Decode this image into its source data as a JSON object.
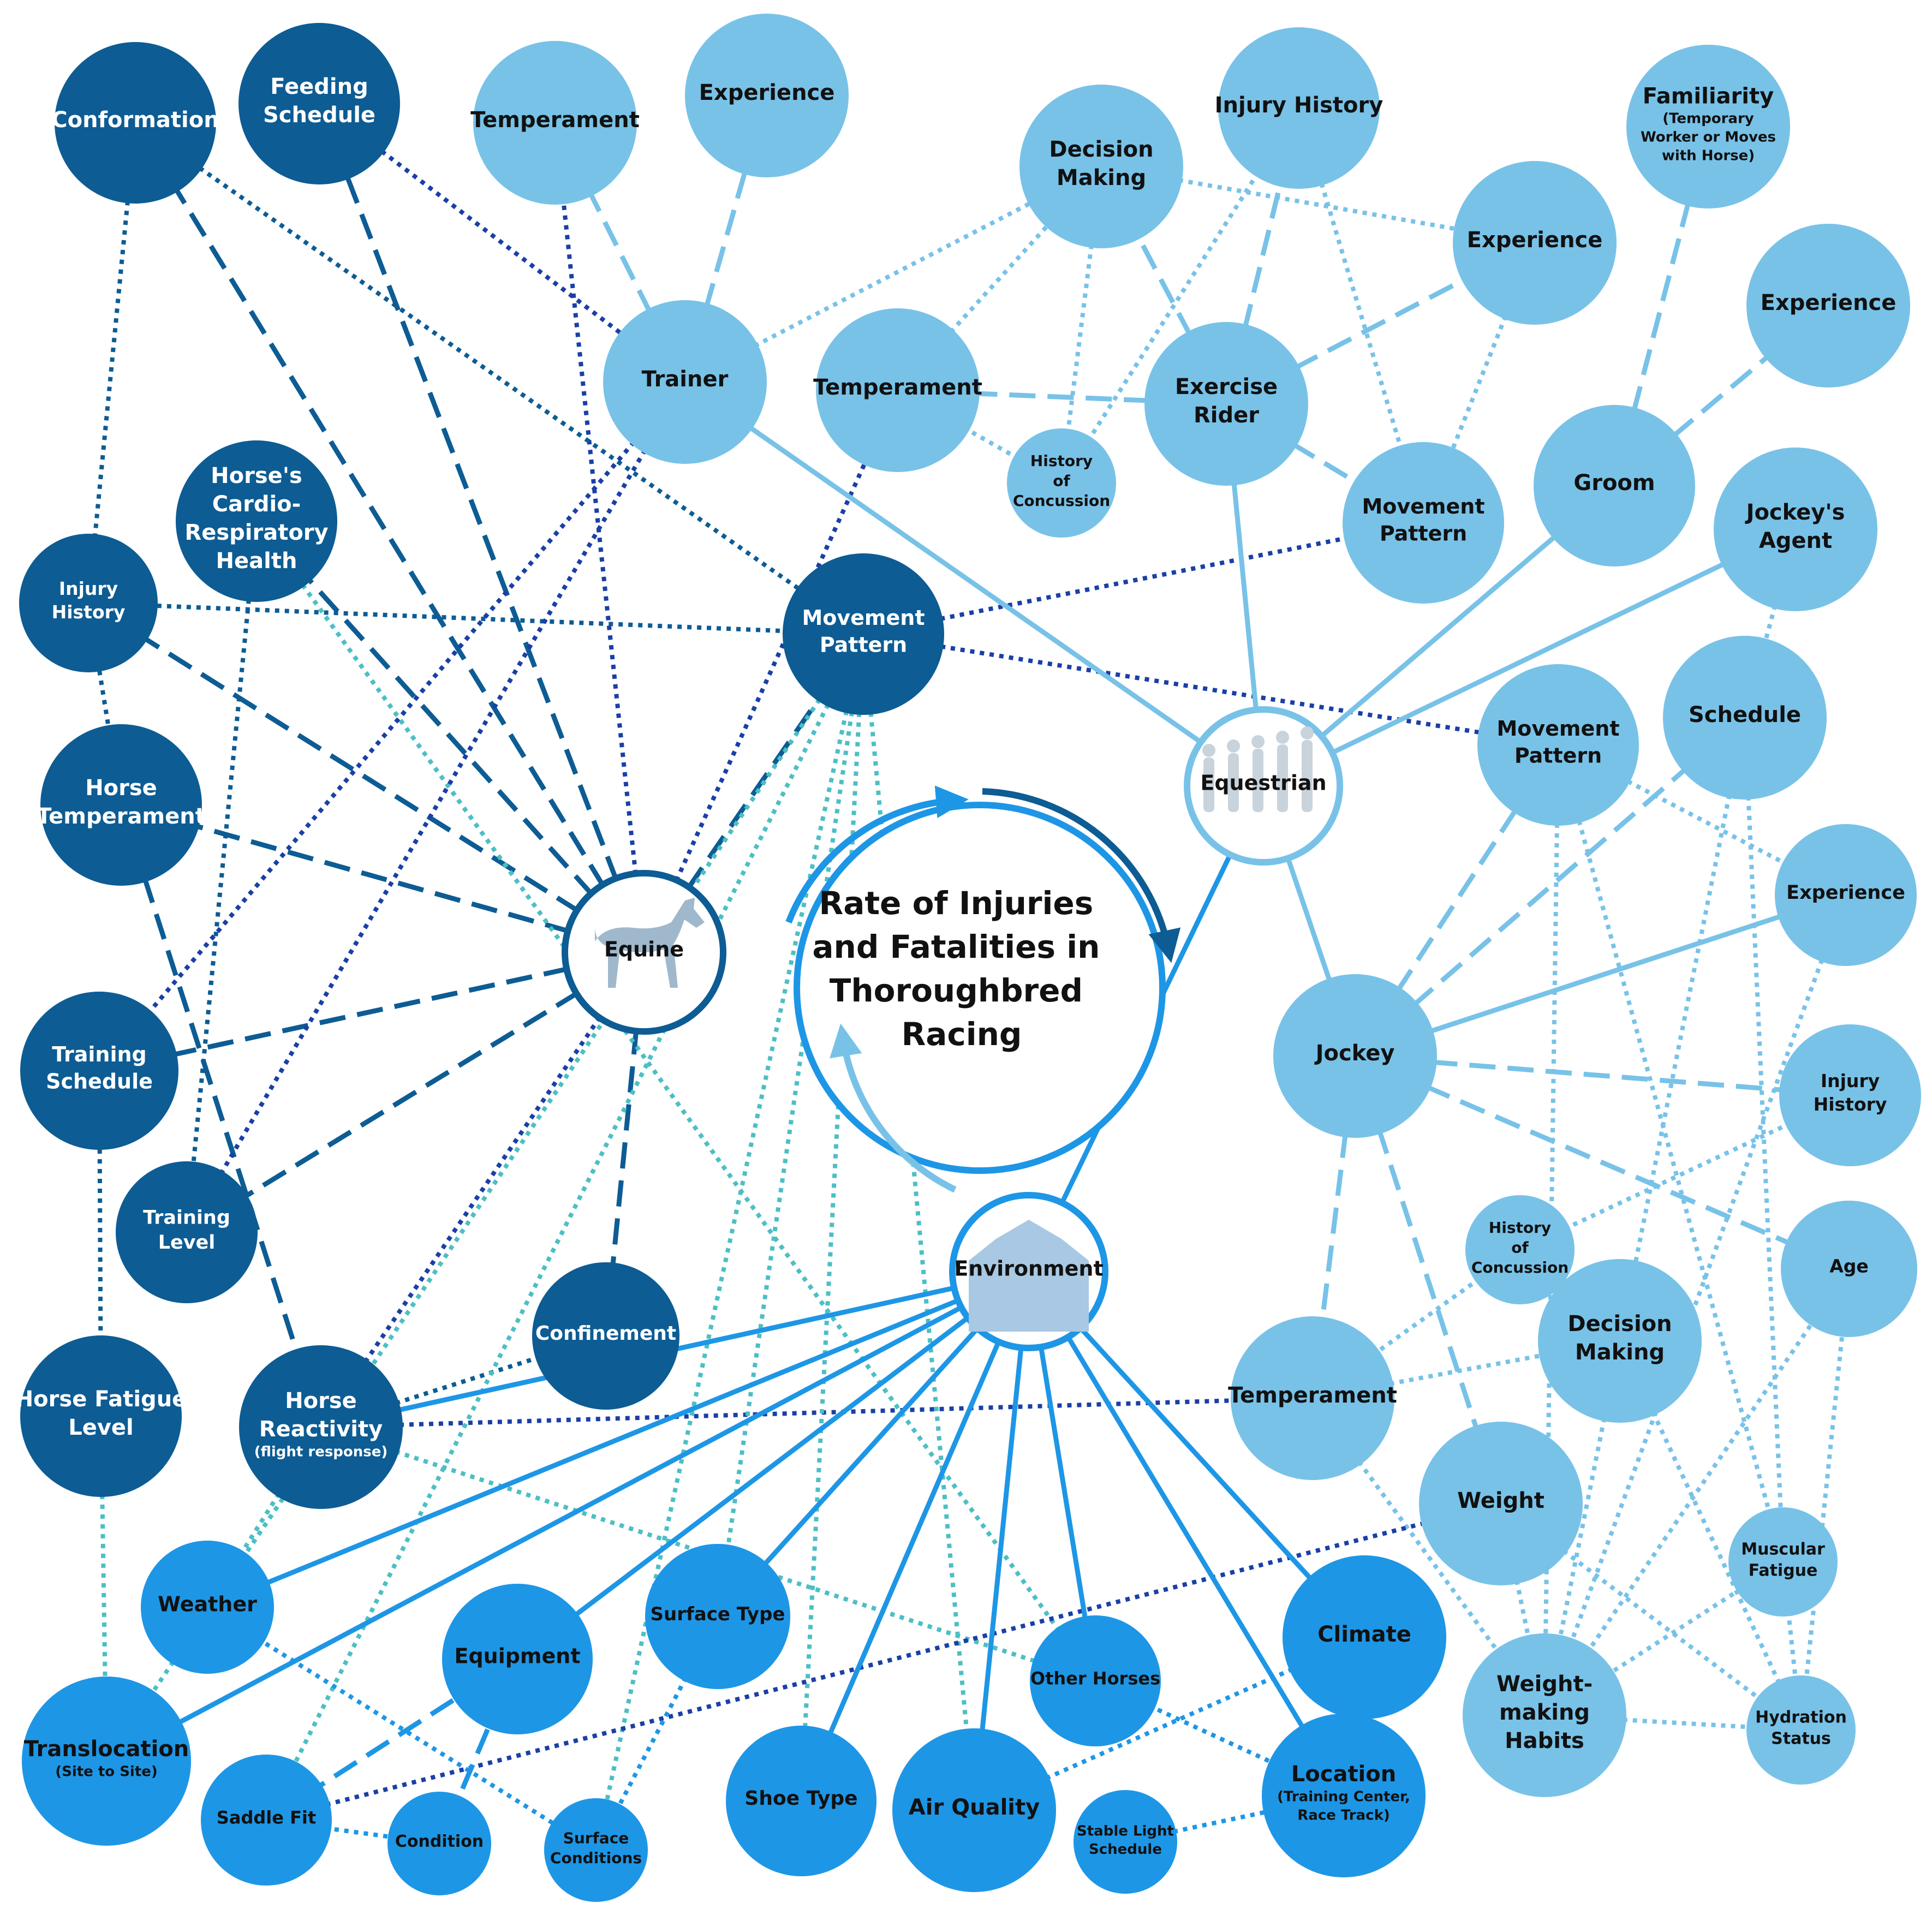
{
  "center": {
    "lines": [
      "Rate of Injuries",
      "and Fatalities in",
      "Thoroughbred",
      "Racing"
    ]
  },
  "colors": {
    "equine": "#0d5c94",
    "equestrian": "#78c2e8",
    "environment": "#1e96e6",
    "navy_edge": "#1a3fa6",
    "teal_edge": "#4cbfc4",
    "white": "#ffffff",
    "text_dark": "#111111"
  },
  "nodes": [
    {
      "id": "equine",
      "group": "hub-equine",
      "lines": [
        "Equine"
      ]
    },
    {
      "id": "equestrian",
      "group": "hub-equestrian",
      "lines": [
        "Equestrian"
      ]
    },
    {
      "id": "environment",
      "group": "hub-environment",
      "lines": [
        "Environment"
      ]
    },
    {
      "id": "conformation",
      "group": "equine",
      "lines": [
        "Conformation"
      ]
    },
    {
      "id": "feeding-schedule",
      "group": "equine",
      "lines": [
        "Feeding",
        "Schedule"
      ]
    },
    {
      "id": "cardio-health",
      "group": "equine",
      "lines": [
        "Horse's",
        "Cardio-",
        "Respiratory",
        "Health"
      ]
    },
    {
      "id": "equine-injury-history",
      "group": "equine",
      "lines": [
        "Injury",
        "History"
      ]
    },
    {
      "id": "horse-temperament",
      "group": "equine",
      "lines": [
        "Horse",
        "Temperament"
      ]
    },
    {
      "id": "equine-movement-pattern",
      "group": "equine",
      "lines": [
        "Movement",
        "Pattern"
      ]
    },
    {
      "id": "training-schedule",
      "group": "equine",
      "lines": [
        "Training",
        "Schedule"
      ]
    },
    {
      "id": "training-level",
      "group": "equine",
      "lines": [
        "Training",
        "Level"
      ]
    },
    {
      "id": "confinement",
      "group": "equine",
      "lines": [
        "Confinement"
      ]
    },
    {
      "id": "horse-fatigue-level",
      "group": "equine",
      "lines": [
        "Horse Fatigue",
        "Level"
      ]
    },
    {
      "id": "horse-reactivity",
      "group": "equine",
      "lines": [
        "Horse",
        "Reactivity"
      ],
      "sub": [
        "(flight response)"
      ]
    },
    {
      "id": "trainer-temperament",
      "group": "equestrian",
      "lines": [
        "Temperament"
      ]
    },
    {
      "id": "trainer-experience",
      "group": "equestrian",
      "lines": [
        "Experience"
      ]
    },
    {
      "id": "trainer",
      "group": "equestrian",
      "lines": [
        "Trainer"
      ]
    },
    {
      "id": "rider-decision-making",
      "group": "equestrian",
      "lines": [
        "Decision",
        "Making"
      ]
    },
    {
      "id": "rider-injury-history",
      "group": "equestrian",
      "lines": [
        "Injury History"
      ]
    },
    {
      "id": "rider-experience",
      "group": "equestrian",
      "lines": [
        "Experience"
      ]
    },
    {
      "id": "rider-temperament",
      "group": "equestrian",
      "lines": [
        "Temperament"
      ]
    },
    {
      "id": "exercise-rider",
      "group": "equestrian",
      "lines": [
        "Exercise",
        "Rider"
      ]
    },
    {
      "id": "rider-history-concussion",
      "group": "equestrian",
      "lines": [
        "History",
        "of",
        "Concussion"
      ]
    },
    {
      "id": "rider-movement-pattern",
      "group": "equestrian",
      "lines": [
        "Movement",
        "Pattern"
      ]
    },
    {
      "id": "familiarity",
      "group": "equestrian",
      "lines": [
        "Familiarity"
      ],
      "sub": [
        "(Temporary",
        "Worker or Moves",
        "with Horse)"
      ]
    },
    {
      "id": "groom-experience",
      "group": "equestrian",
      "lines": [
        "Experience"
      ]
    },
    {
      "id": "groom",
      "group": "equestrian",
      "lines": [
        "Groom"
      ]
    },
    {
      "id": "jockeys-agent",
      "group": "equestrian",
      "lines": [
        "Jockey's",
        "Agent"
      ]
    },
    {
      "id": "jockey-movement-pattern",
      "group": "equestrian",
      "lines": [
        "Movement",
        "Pattern"
      ]
    },
    {
      "id": "schedule",
      "group": "equestrian",
      "lines": [
        "Schedule"
      ]
    },
    {
      "id": "jockey-experience",
      "group": "equestrian",
      "lines": [
        "Experience"
      ]
    },
    {
      "id": "jockey",
      "group": "equestrian",
      "lines": [
        "Jockey"
      ]
    },
    {
      "id": "jockey-injury-history",
      "group": "equestrian",
      "lines": [
        "Injury",
        "History"
      ]
    },
    {
      "id": "jockey-history-concussion",
      "group": "equestrian",
      "lines": [
        "History",
        "of",
        "Concussion"
      ]
    },
    {
      "id": "age",
      "group": "equestrian",
      "lines": [
        "Age"
      ]
    },
    {
      "id": "jockey-decision-making",
      "group": "equestrian",
      "lines": [
        "Decision",
        "Making"
      ]
    },
    {
      "id": "jockey-temperament",
      "group": "equestrian",
      "lines": [
        "Temperament"
      ]
    },
    {
      "id": "weight",
      "group": "equestrian",
      "lines": [
        "Weight"
      ]
    },
    {
      "id": "muscular-fatigue",
      "group": "equestrian",
      "lines": [
        "Muscular",
        "Fatigue"
      ]
    },
    {
      "id": "weight-making-habits",
      "group": "equestrian",
      "lines": [
        "Weight-",
        "making",
        "Habits"
      ]
    },
    {
      "id": "hydration-status",
      "group": "equestrian",
      "lines": [
        "Hydration",
        "Status"
      ]
    },
    {
      "id": "weather",
      "group": "environment",
      "lines": [
        "Weather"
      ]
    },
    {
      "id": "equipment",
      "group": "environment",
      "lines": [
        "Equipment"
      ]
    },
    {
      "id": "surface-type",
      "group": "environment",
      "lines": [
        "Surface Type"
      ]
    },
    {
      "id": "other-horses",
      "group": "environment",
      "lines": [
        "Other Horses"
      ]
    },
    {
      "id": "climate",
      "group": "environment",
      "lines": [
        "Climate"
      ]
    },
    {
      "id": "translocation",
      "group": "environment",
      "lines": [
        "Translocation"
      ],
      "sub": [
        "(Site to Site)"
      ]
    },
    {
      "id": "saddle-fit",
      "group": "environment",
      "lines": [
        "Saddle Fit"
      ]
    },
    {
      "id": "condition",
      "group": "environment",
      "lines": [
        "Condition"
      ]
    },
    {
      "id": "surface-conditions",
      "group": "environment",
      "lines": [
        "Surface",
        "Conditions"
      ]
    },
    {
      "id": "shoe-type",
      "group": "environment",
      "lines": [
        "Shoe Type"
      ]
    },
    {
      "id": "air-quality",
      "group": "environment",
      "lines": [
        "Air Quality"
      ]
    },
    {
      "id": "stable-light-schedule",
      "group": "environment",
      "lines": [
        "Stable Light",
        "Schedule"
      ]
    },
    {
      "id": "location",
      "group": "environment",
      "lines": [
        "Location"
      ],
      "sub": [
        "(Training Center,",
        "Race Track)"
      ]
    }
  ]
}
